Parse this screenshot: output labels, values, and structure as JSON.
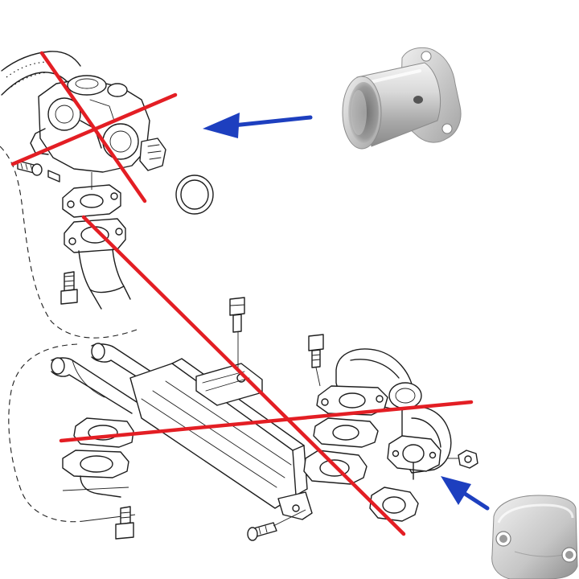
{
  "colors": {
    "cross_out": "#e31e24",
    "arrow": "#1d3fbf",
    "line_art": "#1e1e1e",
    "metal_light": "#e6e6e6",
    "metal_mid": "#b9b9b9",
    "metal_dark": "#7d7d7d",
    "background": "#ffffff"
  },
  "icons": {
    "replacement_pipe": "metal-egr-delete-pipe-photo",
    "blanking_plate": "metal-blanking-plate-photo"
  },
  "crossed_out": [
    "egr-valve-assembly",
    "egr-cooler-assembly"
  ],
  "replaced_by": {
    "egr-valve-assembly": "replacement-pipe",
    "egr-cooler-assembly": "blanking-plate"
  }
}
